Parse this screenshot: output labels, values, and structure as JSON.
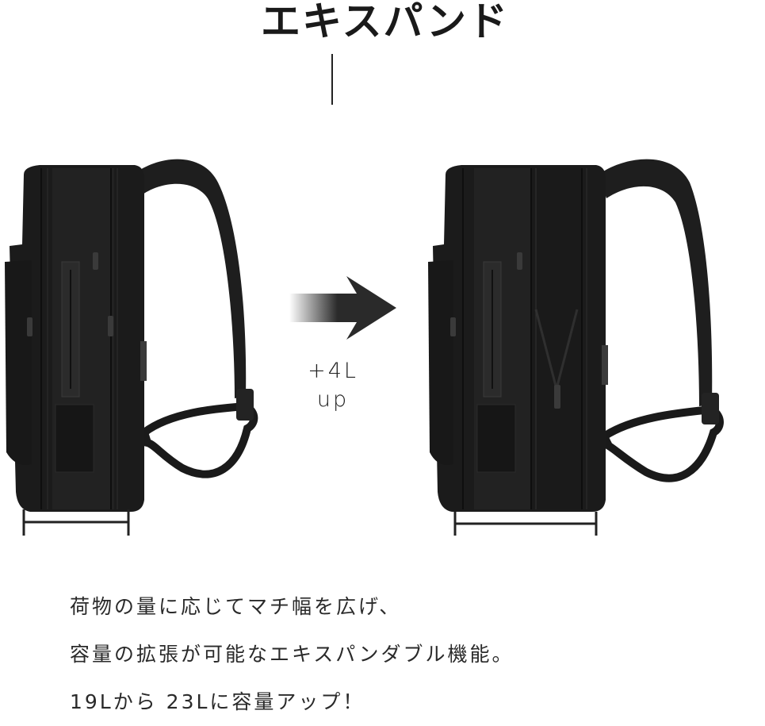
{
  "title": "エキスパンド",
  "gain": {
    "line1": "+4L",
    "line2": "up"
  },
  "description": {
    "lines": [
      "荷物の量に応じてマチ幅を広げ、",
      "容量の拡張が可能なエキスパンダブル機能。",
      "19Lから 23Lに容量アップ！"
    ]
  },
  "images": {
    "before": "backpack-side-view-normal",
    "after": "backpack-side-view-expanded"
  },
  "colors": {
    "text": "#1a1a1a",
    "bag": "#1c1c1c",
    "background": "#ffffff"
  }
}
